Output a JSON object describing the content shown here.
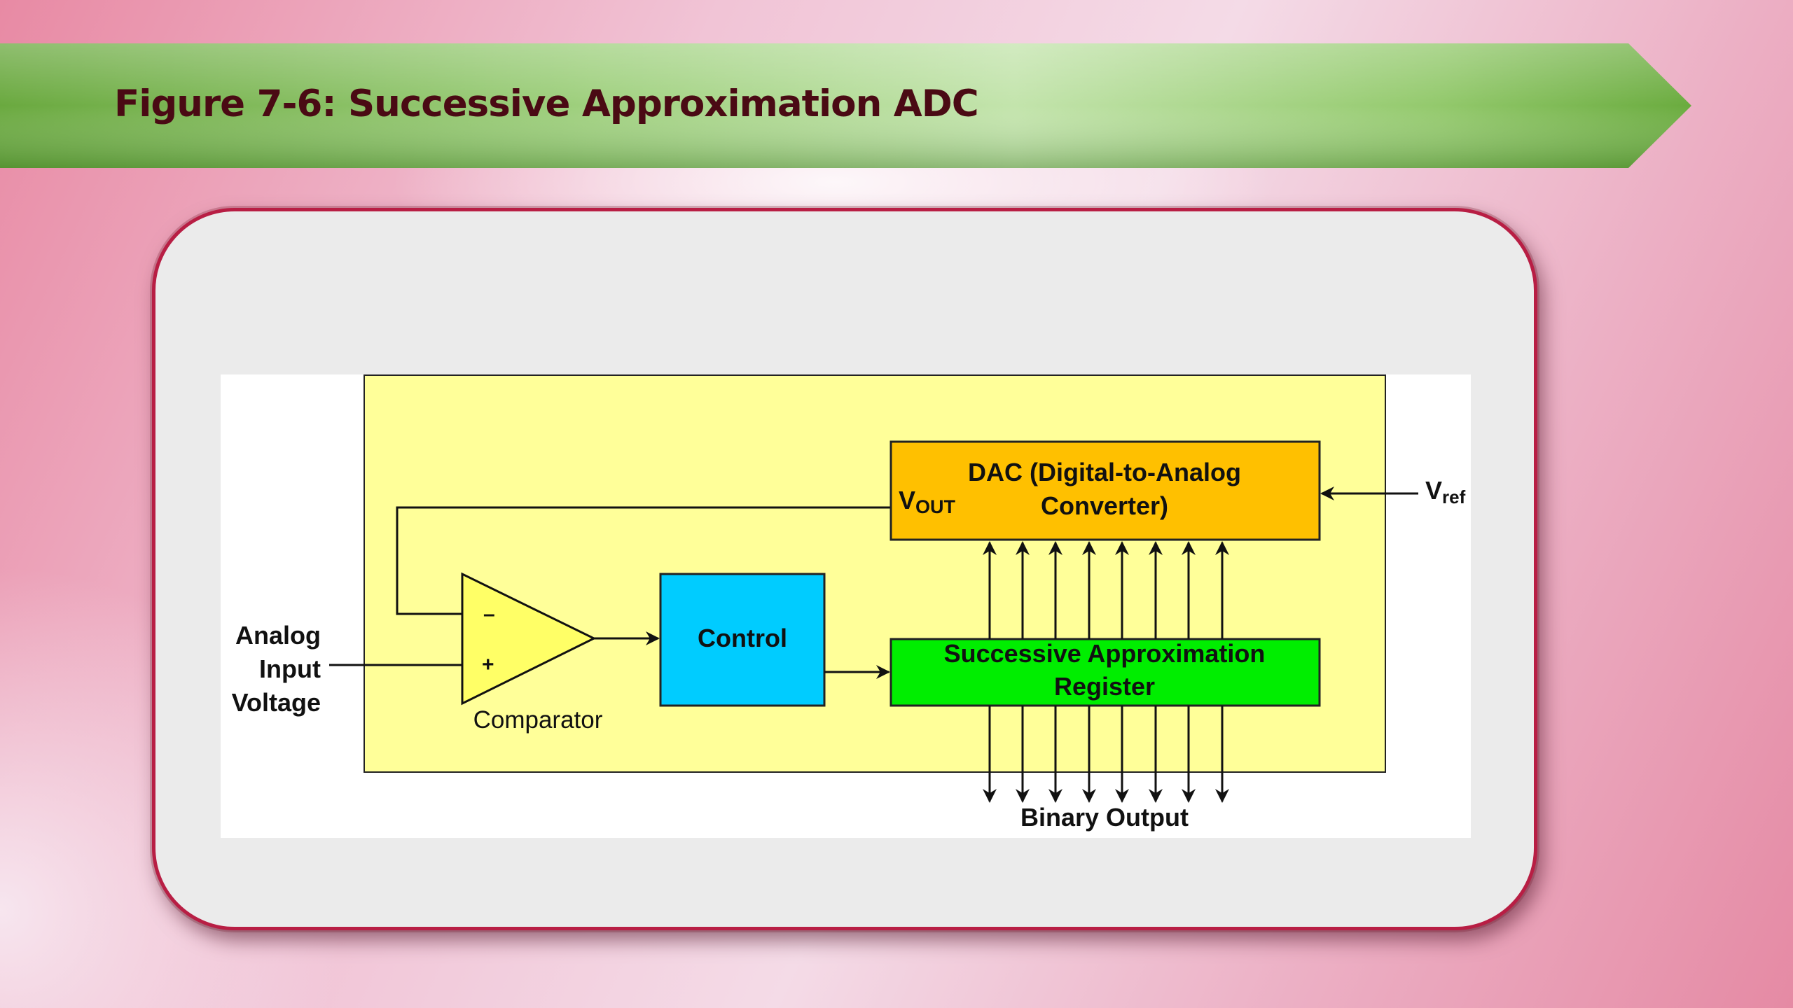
{
  "slide": {
    "title": "Figure 7-6: Successive Approximation ADC"
  },
  "diagram": {
    "input_label": [
      "Analog",
      "Input",
      "Voltage"
    ],
    "comparator": {
      "label": "Comparator",
      "minus_sign": "–",
      "plus_sign": "+"
    },
    "control": {
      "label": "Control"
    },
    "dac": {
      "label": [
        "DAC (Digital-to-Analog",
        "Converter)"
      ],
      "vout_main": "V",
      "vout_sub": "OUT"
    },
    "sar": {
      "label": [
        "Successive Approximation",
        "Register"
      ]
    },
    "vref": {
      "main": "V",
      "sub": "ref"
    },
    "output_label": "Binary Output",
    "colors": {
      "system_box": "#ffff99",
      "dac": "#ffc000",
      "sar": "#00ee00",
      "control": "#00ccff",
      "comparator": "#ffff66",
      "banner": "#72b046",
      "card_border": "#b81e44"
    }
  }
}
